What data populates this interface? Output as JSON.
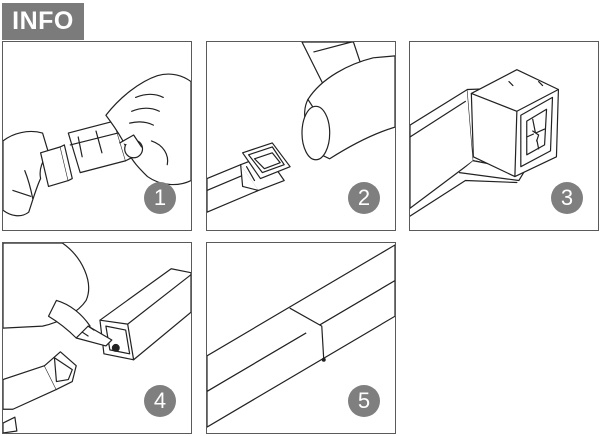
{
  "header": {
    "label": "INFO"
  },
  "colors": {
    "tab_bg": "#7b7b7b",
    "badge_bg": "#7f7f7f",
    "line": "#222222",
    "frame": "#5a5a5a"
  },
  "steps": [
    {
      "number": "1",
      "illustration": "hands-inserting-connector"
    },
    {
      "number": "2",
      "illustration": "mallet-tapping-profile"
    },
    {
      "number": "3",
      "illustration": "connector-seated-in-profile"
    },
    {
      "number": "4",
      "illustration": "glue-bottle-applying-drop"
    },
    {
      "number": "5",
      "illustration": "joined-profiles"
    }
  ]
}
